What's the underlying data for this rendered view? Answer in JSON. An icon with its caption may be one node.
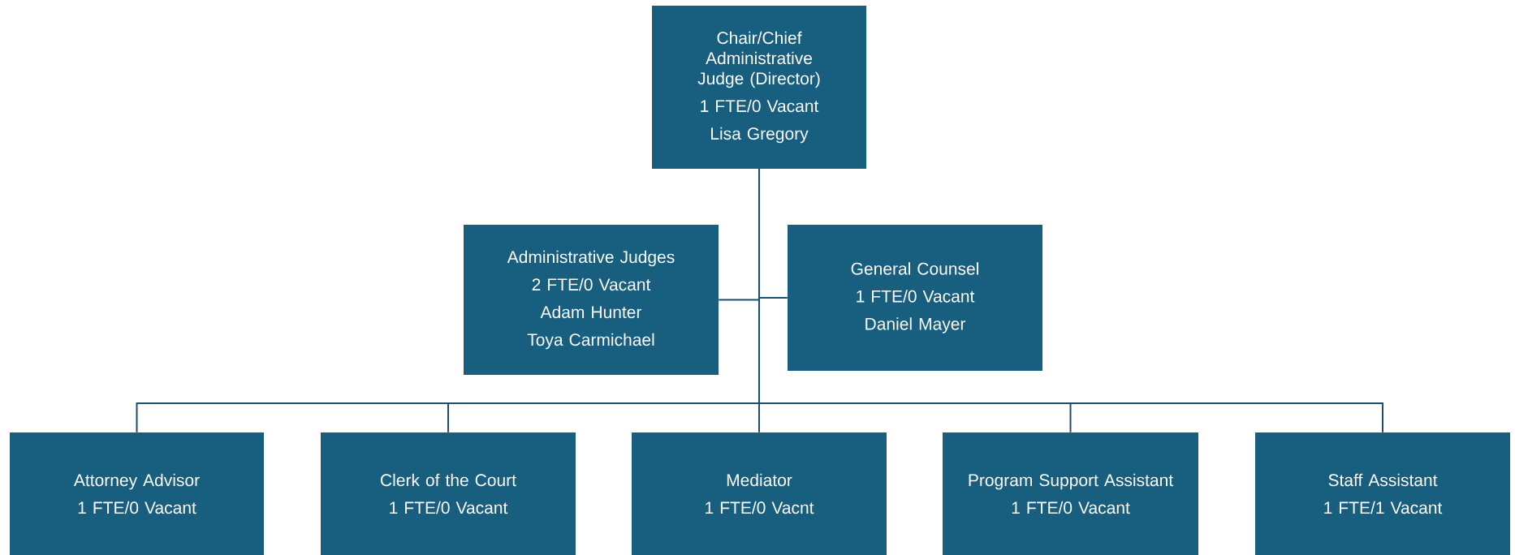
{
  "diagram": {
    "nodes": [
      {
        "text": [
          "Chair/Chief Administrative Judge (Director)",
          "1 FTE/0 Vacant",
          "Lisa Gregory"
        ]
      },
      {
        "text": [
          "Administrative Judges",
          "2 FTE/0 Vacant",
          "Adam Hunter",
          "Toya Carmichael"
        ]
      },
      {
        "text": [
          "General Counsel",
          "1 FTE/0 Vacant",
          "Daniel Mayer"
        ]
      },
      {
        "text": [
          "Attorney Advisor",
          "1 FTE/0 Vacant"
        ]
      },
      {
        "text": [
          "Clerk of the Court",
          "1 FTE/0 Vacant"
        ]
      },
      {
        "text": [
          "Mediator",
          "1 FTE/0 Vacnt"
        ]
      },
      {
        "text": [
          "Program Support Assistant",
          "1 FTE/0 Vacant"
        ]
      },
      {
        "text": [
          "Staff Assistant",
          "1 FTE/1 Vacant"
        ]
      }
    ],
    "edges": [
      {
        "from": 0,
        "to": 1,
        "arrow": "none"
      },
      {
        "from": 0,
        "to": 2,
        "arrow": "none"
      },
      {
        "from": 0,
        "to": 3,
        "arrow": "none"
      },
      {
        "from": 0,
        "to": 4,
        "arrow": "none"
      },
      {
        "from": 0,
        "to": 5,
        "arrow": "none"
      },
      {
        "from": 0,
        "to": 6,
        "arrow": "none"
      },
      {
        "from": 0,
        "to": 7,
        "arrow": "none"
      }
    ]
  }
}
